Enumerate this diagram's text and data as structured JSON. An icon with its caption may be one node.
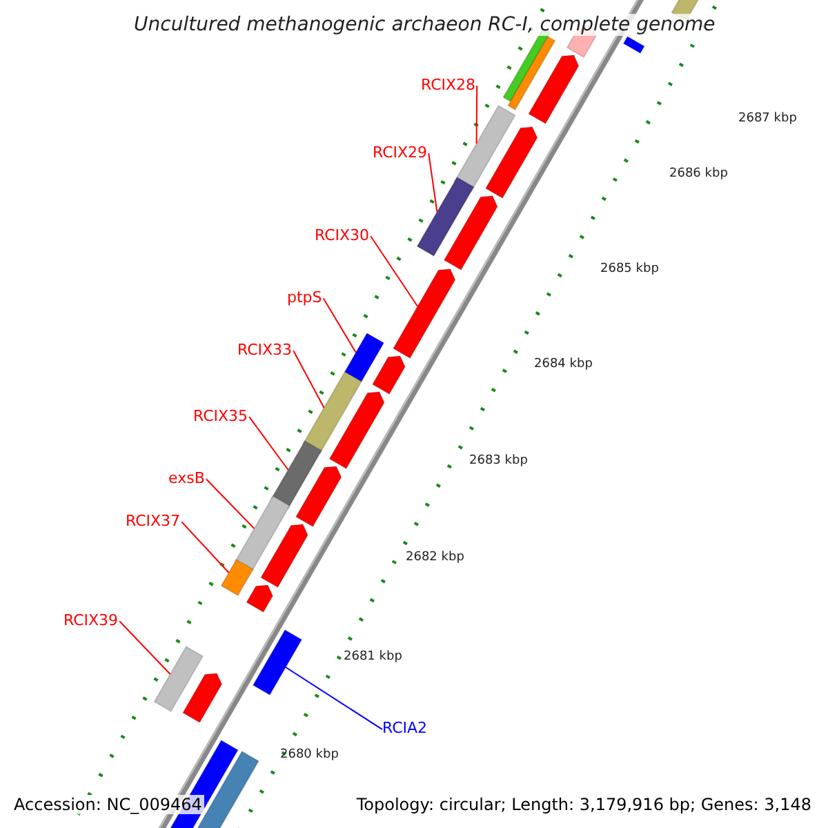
{
  "diagram": {
    "title": "Uncultured methanogenic archaeon RC-I, complete genome",
    "nodes": [
      {
        "text": [
          "RCIX28"
        ]
      },
      {
        "text": [],
        "shape": "bar"
      },
      {
        "text": [
          "RCIX29"
        ]
      },
      {
        "text": [],
        "shape": "bar"
      },
      {
        "text": [
          "RCIX30"
        ]
      },
      {
        "text": [],
        "shape": "bar"
      },
      {
        "text": [
          "ptpS"
        ]
      },
      {
        "text": [],
        "shape": "bar"
      },
      {
        "text": [
          "RCIX33"
        ]
      },
      {
        "text": [],
        "shape": "bar"
      },
      {
        "text": [
          "RCIX35"
        ]
      },
      {
        "text": [],
        "shape": "bar"
      },
      {
        "text": [
          "exsB"
        ]
      },
      {
        "text": [],
        "shape": "bar"
      },
      {
        "text": [
          "RCIX37"
        ]
      },
      {
        "text": [],
        "shape": "bar"
      },
      {
        "text": [
          "RCIX39"
        ]
      },
      {
        "text": [],
        "shape": "bar"
      },
      {
        "text": [
          "RCIA2"
        ]
      },
      {
        "text": [],
        "shape": "bar"
      }
    ],
    "edges": [
      {
        "from": 0,
        "to": 1,
        "arrow": "none"
      },
      {
        "from": 2,
        "to": 3,
        "arrow": "none"
      },
      {
        "from": 4,
        "to": 5,
        "arrow": "none"
      },
      {
        "from": 6,
        "to": 7,
        "arrow": "none"
      },
      {
        "from": 8,
        "to": 9,
        "arrow": "none"
      },
      {
        "from": 10,
        "to": 11,
        "arrow": "none"
      },
      {
        "from": 12,
        "to": 13,
        "arrow": "none"
      },
      {
        "from": 14,
        "to": 15,
        "arrow": "none"
      },
      {
        "from": 16,
        "to": 17,
        "arrow": "none"
      },
      {
        "from": 18,
        "to": 19,
        "arrow": "none",
        "color": "#0000ff"
      }
    ],
    "labels": [
      "2687 kbp",
      "2686 kbp",
      "2685 kbp",
      "2684 kbp",
      "2683 kbp",
      "2682 kbp",
      "2681 kbp",
      "2680 kbp",
      "Accession: NC_009464",
      "Topology: circular; Length: 3,179,916 bp; Genes: 3,148"
    ]
  }
}
